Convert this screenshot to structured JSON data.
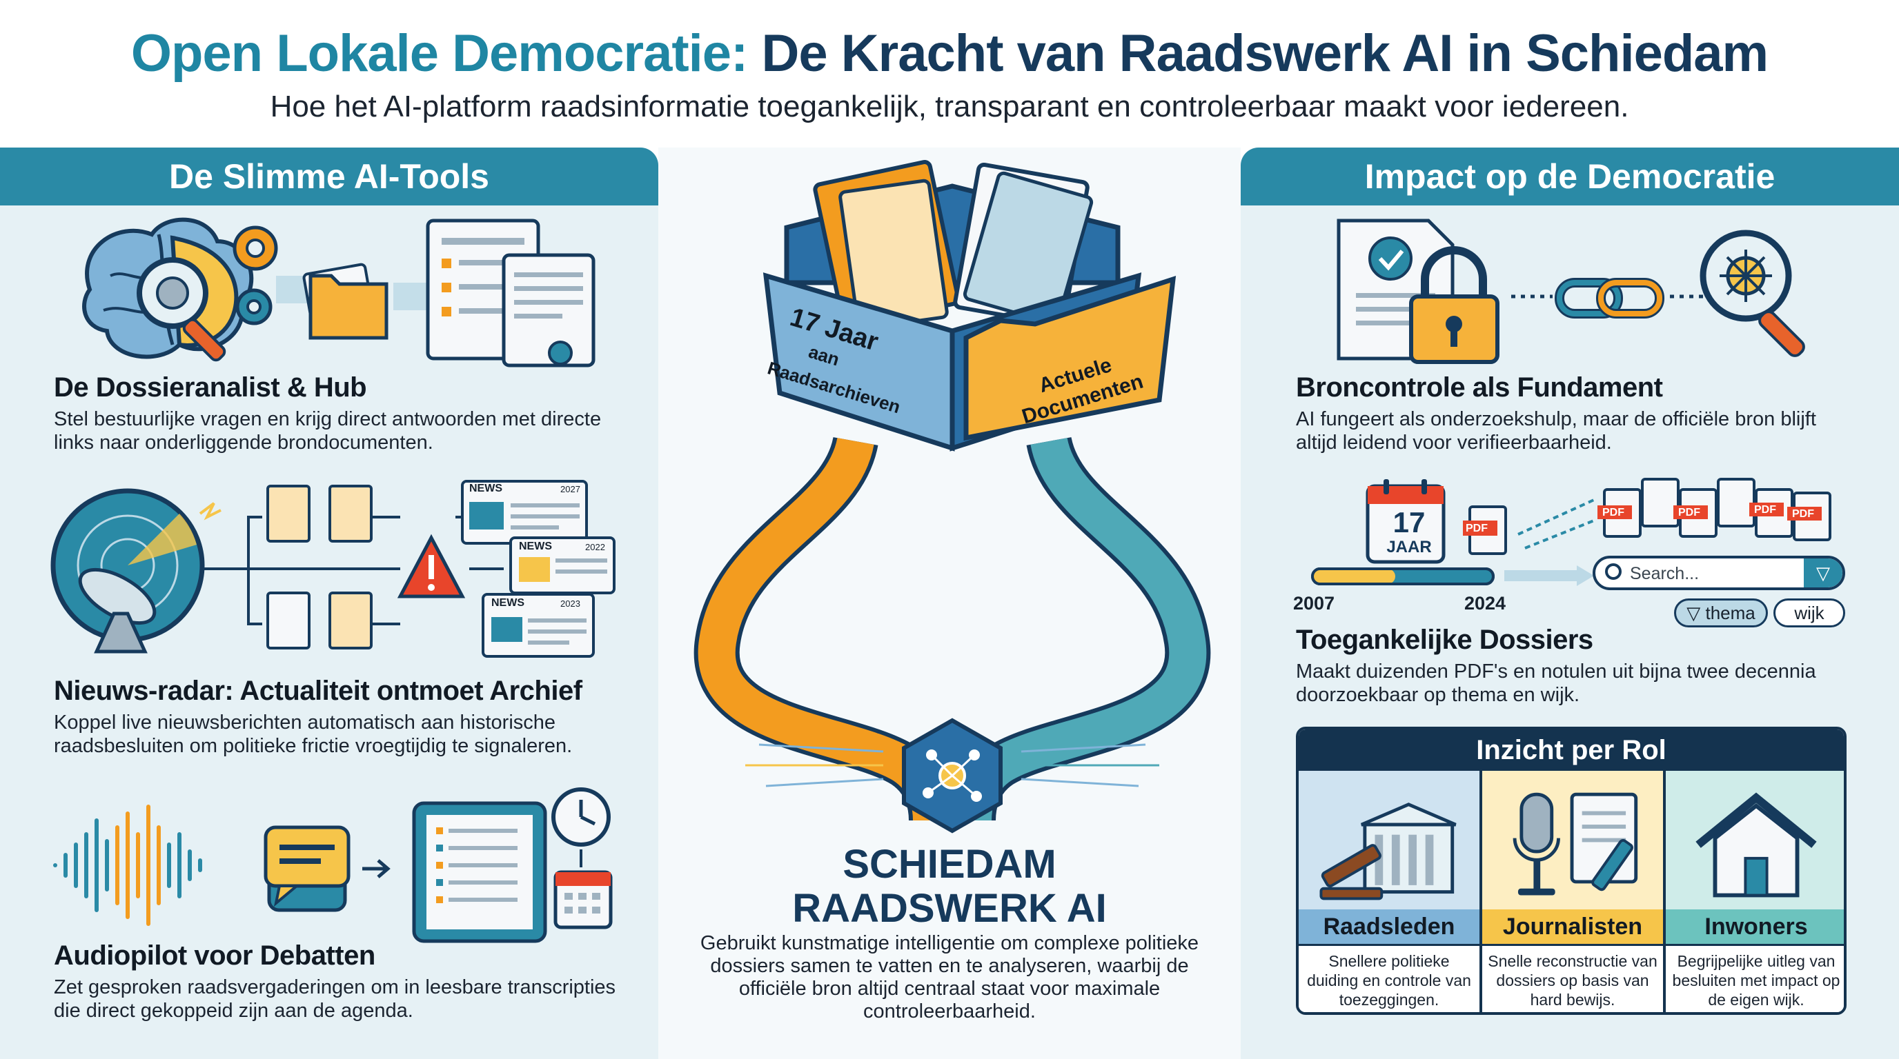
{
  "header": {
    "title_accent": "Open Lokale Democratie:",
    "title_rest": "De Kracht van Raadswerk AI in Schiedam",
    "subtitle": "Hoe het AI-platform raadsinformatie toegankelijk, transparant en controleerbaar maakt voor iedereen."
  },
  "left_panel": {
    "heading": "De Slimme AI-Tools",
    "sections": [
      {
        "title": "De Dossieranalist & Hub",
        "desc": "Stel bestuurlijke vragen en krijg direct antwoorden met directe links naar onderliggende brondocumenten."
      },
      {
        "title": "Nieuws-radar: Actualiteit ontmoet Archief",
        "desc": "Koppel live nieuwsberichten automatisch aan historische raadsbesluiten om politieke frictie vroegtijdig te signaleren."
      },
      {
        "title": "Audiopilot voor Debatten",
        "desc": "Zet gesproken raadsvergaderingen om in leesbare transcripties die direct gekoppeid zijn aan de agenda."
      }
    ],
    "news_cards": [
      {
        "label": "NEWS",
        "year": "2027"
      },
      {
        "label": "NEWS",
        "year": "2022"
      },
      {
        "label": "NEWS",
        "year": "2023"
      }
    ]
  },
  "center": {
    "archive_label_1": "17 Jaar",
    "archive_label_2": "aan",
    "archive_label_3": "Raadsarchieven",
    "folder_label_1": "Actuele",
    "folder_label_2": "Documenten",
    "brand_line_1": "SCHIEDAM",
    "brand_line_2": "RAADSWERK AI",
    "brand_desc": "Gebruikt kunstmatige intelligentie om complexe politieke dossiers samen te vatten en te analyseren, waarbij de officiële bron altijd centraal staat voor maximale controleerbaarheid."
  },
  "right_panel": {
    "heading": "Impact op de Democratie",
    "sections": [
      {
        "title": "Broncontrole als Fundament",
        "desc": "AI fungeert als onderzoekshulp, maar de officiële bron blijft altijd leidend voor verifieerbaarheid."
      },
      {
        "title": "Toegankelijke Dossiers",
        "desc": "Maakt duizenden PDF's en notulen uit bijna twee decennia doorzoekbaar op thema en wijk."
      }
    ],
    "calendar_number": "17",
    "calendar_label": "JAAR",
    "timeline_start": "2007",
    "timeline_end": "2024",
    "pdf_label": "PDF",
    "search_placeholder": "Search...",
    "chip_thema": "thema",
    "chip_wijk": "wijk",
    "roles_heading": "Inzicht per Rol",
    "roles": [
      {
        "label": "Raadsleden",
        "desc": "Snellere politieke duiding en controle van toezeggingen.",
        "color": "#7fb3d8"
      },
      {
        "label": "Journalisten",
        "desc": "Snelle reconstructie van dossiers op basis van hard bewijs.",
        "color": "#f6c54a"
      },
      {
        "label": "Inwoners",
        "desc": "Begrijpelijke uitleg van besluiten met impact op de eigen wijk.",
        "color": "#6cc3be"
      }
    ]
  }
}
